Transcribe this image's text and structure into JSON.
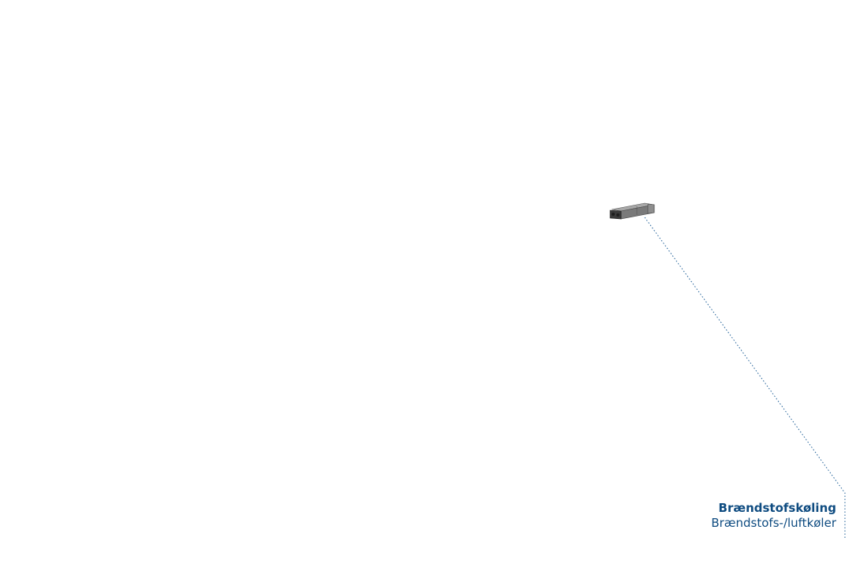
{
  "component": {
    "title": "Brændstofskøling",
    "subtitle": "Brændstofs-/luftkøler",
    "icon": "fuel-air-cooler-part"
  },
  "colors": {
    "accent": "#0f4c81",
    "leader_line": "#1f5f97",
    "part_body": "#7a7a7a",
    "part_dark": "#3a3a3a"
  }
}
